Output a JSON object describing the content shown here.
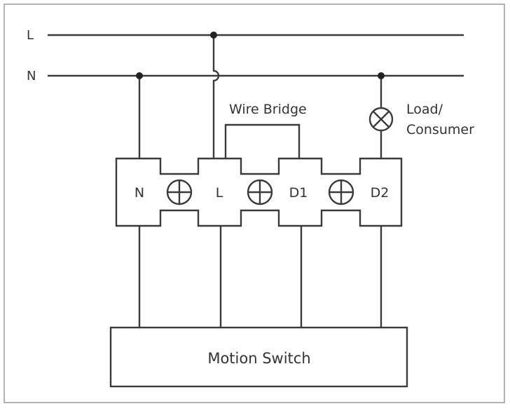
{
  "lines": {
    "line_label": "L",
    "neutral_label": "N"
  },
  "wire_bridge_label": "Wire Bridge",
  "load": {
    "label_line1": "Load/",
    "label_line2": "Consumer"
  },
  "terminals": {
    "n": "N",
    "l": "L",
    "d1": "D1",
    "d2": "D2"
  },
  "motion_switch_label": "Motion Switch"
}
